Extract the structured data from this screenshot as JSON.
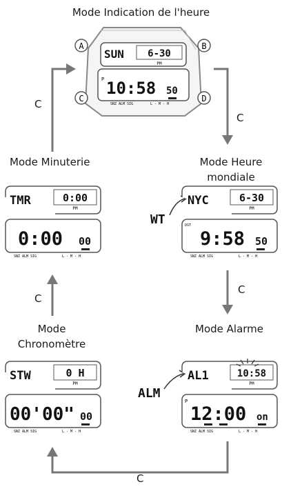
{
  "modes": {
    "timekeeping": {
      "label": "Mode Indication de l'heure",
      "top_left": "SUN",
      "top_right": "6-30",
      "pm": "PM",
      "p_mark": "P",
      "main": "10:58",
      "seconds": "50",
      "footer_left": "SNZ ALM SIG",
      "footer_right": "L - M - H"
    },
    "world_time": {
      "label_line1": "Mode Heure",
      "label_line2": "mondiale",
      "callout": "WT",
      "top_left": "NYC",
      "top_right": "6-30",
      "pm": "PM",
      "dst": "DST",
      "main": "9:58",
      "seconds": "50",
      "footer_left": "SNZ ALM SIG",
      "footer_right": "L - M - H"
    },
    "alarm": {
      "label": "Mode Alarme",
      "callout": "ALM",
      "top_left": "AL1",
      "top_right": "10:58",
      "pm": "PM",
      "p_mark": "P",
      "main": "12:00",
      "seconds": "on",
      "footer_left": "SNZ ALM SIG",
      "footer_right": "L - M - H"
    },
    "stopwatch": {
      "label_line1": "Mode",
      "label_line2": "Chronomètre",
      "top_left": "STW",
      "top_right": "0 H",
      "pm": "PM",
      "main": "00'00\"",
      "seconds": "00",
      "footer_left": "SNZ ALM SIG",
      "footer_right": "L - M - H"
    },
    "timer": {
      "label": "Mode Minuterie",
      "top_left": "TMR",
      "top_right": "0:00",
      "pm": "PM",
      "main": "0:00",
      "seconds": "00",
      "footer_left": "SNZ ALM SIG",
      "footer_right": "L - M - H"
    }
  },
  "buttons": {
    "a": "A",
    "b": "B",
    "c": "C",
    "d": "D"
  },
  "arrows": {
    "top_left": "C",
    "top_right": "C",
    "right": "C",
    "left": "C",
    "bottom": "C"
  }
}
